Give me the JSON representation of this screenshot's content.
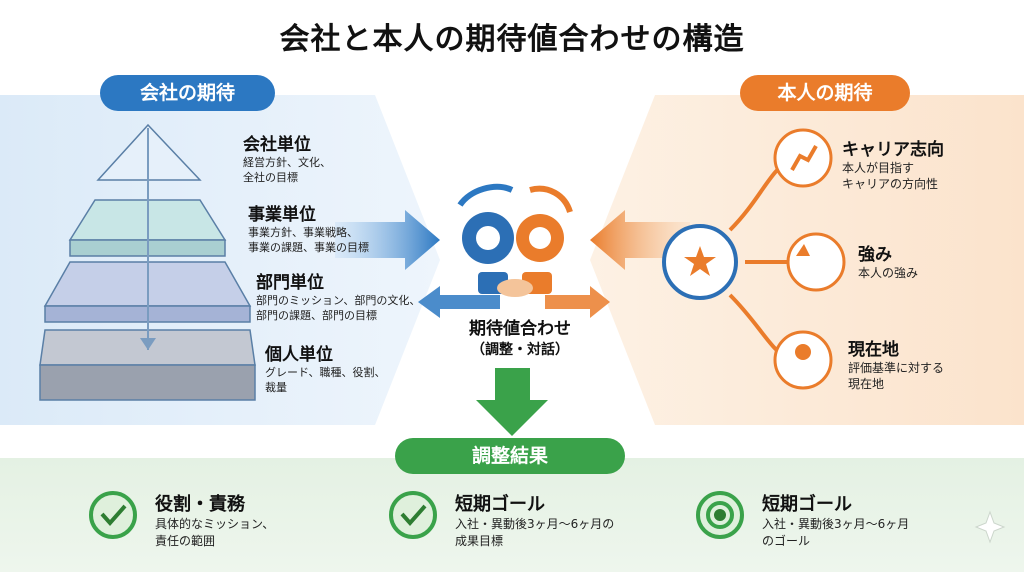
{
  "title": "会社と本人の期待値合わせの構造",
  "company": {
    "label": "会社の期待",
    "levels": [
      {
        "title": "会社単位",
        "desc": [
          "経営方針、文化、",
          "全社の目標"
        ]
      },
      {
        "title": "事業単位",
        "desc": [
          "事業方針、事業戦略、",
          "事業の課題、事業の目標"
        ]
      },
      {
        "title": "部門単位",
        "desc": [
          "部門のミッション、部門の文化、",
          "部門の課題、部門の目標"
        ]
      },
      {
        "title": "個人単位",
        "desc": [
          "グレード、職種、役割、",
          "裁量"
        ]
      }
    ]
  },
  "self": {
    "label": "本人の期待",
    "items": [
      {
        "title": "キャリア志向",
        "desc": [
          "本人が目指す",
          "キャリアの方向性"
        ]
      },
      {
        "title": "強み",
        "desc": [
          "本人の強み"
        ]
      },
      {
        "title": "現在地",
        "desc": [
          "評価基準に対する",
          "現在地"
        ]
      }
    ]
  },
  "center": {
    "title": "期待値合わせ",
    "sub": "（調整・対話）"
  },
  "result": {
    "label": "調整結果",
    "items": [
      {
        "title": "役割・責務",
        "desc": [
          "具体的なミッション、",
          "責任の範囲"
        ]
      },
      {
        "title": "短期ゴール",
        "desc": [
          "入社・異動後3ヶ月〜6ヶ月の",
          "成果目標"
        ]
      },
      {
        "title": "短期ゴール",
        "desc": [
          "入社・異動後3ヶ月〜6ヶ月",
          "のゴール"
        ]
      }
    ]
  },
  "colors": {
    "blue": "#2c78c2",
    "orange": "#ea7c2b",
    "green": "#3aa24a"
  }
}
